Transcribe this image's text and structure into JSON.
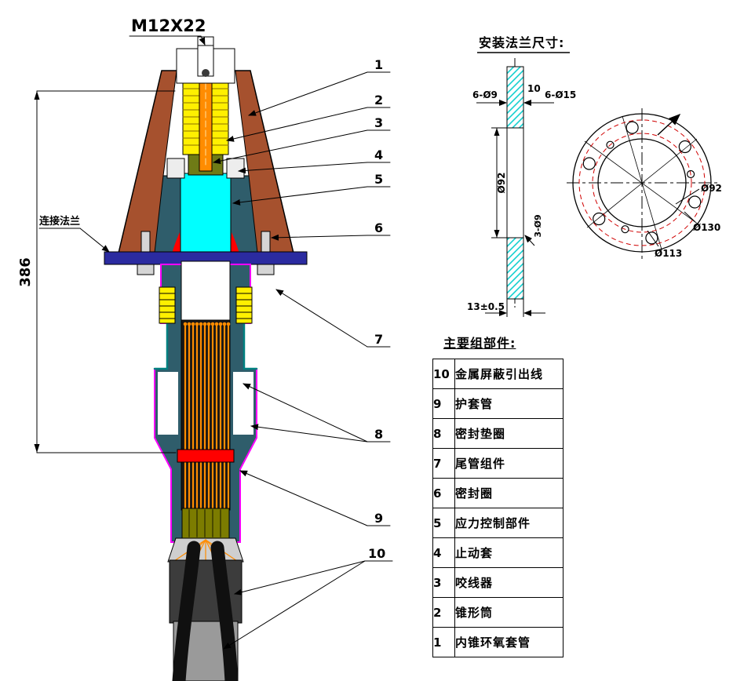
{
  "main_drawing": {
    "bolt_label": "M12X22",
    "flange_connect_label": "连接法兰",
    "height_dim": "386",
    "callouts": [
      "1",
      "2",
      "3",
      "4",
      "5",
      "6",
      "7",
      "8",
      "9",
      "10"
    ]
  },
  "flange_detail": {
    "title": "安装法兰尺寸:",
    "dims": {
      "holes_small": "6-Ø9",
      "thickness_top": "10",
      "holes_large": "6-Ø15",
      "inner_dia": "Ø92",
      "side_holes": "3-Ø9",
      "total_thickness": "13±0.5",
      "front_inner": "Ø92",
      "front_outer": "Ø130",
      "bolt_circle": "Ø113"
    }
  },
  "parts_table": {
    "title": "主要组部件:",
    "rows": [
      {
        "num": "10",
        "name": "金属屏蔽引出线"
      },
      {
        "num": "9",
        "name": "护套管"
      },
      {
        "num": "8",
        "name": "密封垫圈"
      },
      {
        "num": "7",
        "name": "尾管组件"
      },
      {
        "num": "6",
        "name": "密封圈"
      },
      {
        "num": "5",
        "name": "应力控制部件"
      },
      {
        "num": "4",
        "name": "止动套"
      },
      {
        "num": "3",
        "name": "咬线器"
      },
      {
        "num": "2",
        "name": "锥形筒"
      },
      {
        "num": "1",
        "name": "内锥环氧套管"
      }
    ]
  }
}
